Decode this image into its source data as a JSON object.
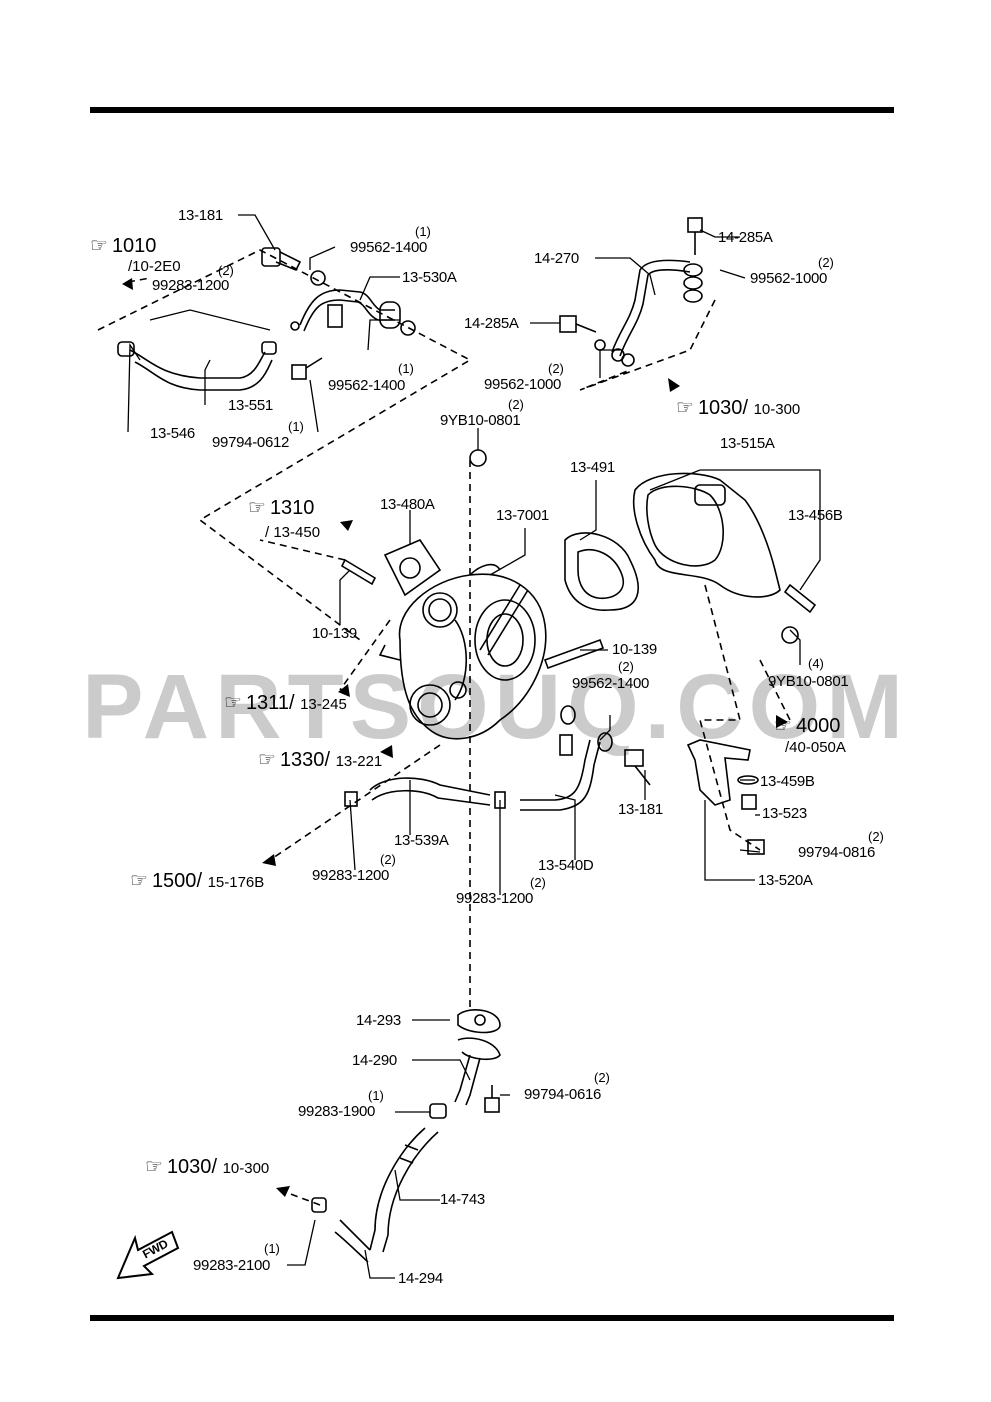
{
  "watermark": "PARTSOUQ.COM",
  "part_labels": {
    "p13_181_top": "13-181",
    "p99562_1400_top": "99562-1400",
    "p99562_1400_top_q": "(1)",
    "p13_530A": "13-530A",
    "p99283_1200_tl": "99283-1200",
    "p99283_1200_tl_q": "(2)",
    "p13_551": "13-551",
    "p13_546": "13-546",
    "p99794_0612": "99794-0612",
    "p99794_0612_q": "(1)",
    "p99562_1400_mid": "99562-1400",
    "p99562_1400_mid_q": "(1)",
    "p14_285A_top": "14-285A",
    "p14_270": "14-270",
    "p99562_1000_r": "99562-1000",
    "p99562_1000_r_q": "(2)",
    "p14_285A_left": "14-285A",
    "p99562_1000_l": "99562-1000",
    "p99562_1000_l_q": "(2)",
    "p9YB10_0801_top": "9YB10-0801",
    "p9YB10_0801_top_q": "(2)",
    "p13_491": "13-491",
    "p13_515A": "13-515A",
    "p13_456B": "13-456B",
    "p13_480A": "13-480A",
    "p13_7001": "13-7001",
    "p10_139_l": "10-139",
    "p10_139_r": "10-139",
    "p99562_1400_low": "99562-1400",
    "p99562_1400_low_q": "(2)",
    "p9YB10_0801_r": "9YB10-0801",
    "p9YB10_0801_r_q": "(4)",
    "p13_459B": "13-459B",
    "p13_523": "13-523",
    "p99794_0816": "99794-0816",
    "p99794_0816_q": "(2)",
    "p13_520A": "13-520A",
    "p13_181_low": "13-181",
    "p13_539A": "13-539A",
    "p13_540D": "13-540D",
    "p99283_1200_a": "99283-1200",
    "p99283_1200_a_q": "(2)",
    "p99283_1200_b": "99283-1200",
    "p99283_1200_b_q": "(2)",
    "p14_293": "14-293",
    "p14_290": "14-290",
    "p99794_0616": "99794-0616",
    "p99794_0616_q": "(2)",
    "p99283_1900": "99283-1900",
    "p99283_1900_q": "(1)",
    "p14_743": "14-743",
    "p99283_2100": "99283-2100",
    "p99283_2100_q": "(1)",
    "p14_294": "14-294"
  },
  "references": {
    "r1010": "1010",
    "r1010_sub": "/10-2E0",
    "r1030_top": "1030",
    "r1030_top_sub": "10-300",
    "r1310": "1310",
    "r1310_sub": "/ 13-450",
    "r1311": "1311",
    "r1311_sub": "13-245",
    "r1330": "1330",
    "r1330_sub": "13-221",
    "r4000": "4000",
    "r4000_sub": "/40-050A",
    "r1500": "1500",
    "r1500_sub": "15-176B",
    "r1030_bot": "1030",
    "r1030_bot_sub": "10-300",
    "slash": "/"
  },
  "fwd_label": "FWD",
  "hand_glyph": "☞"
}
